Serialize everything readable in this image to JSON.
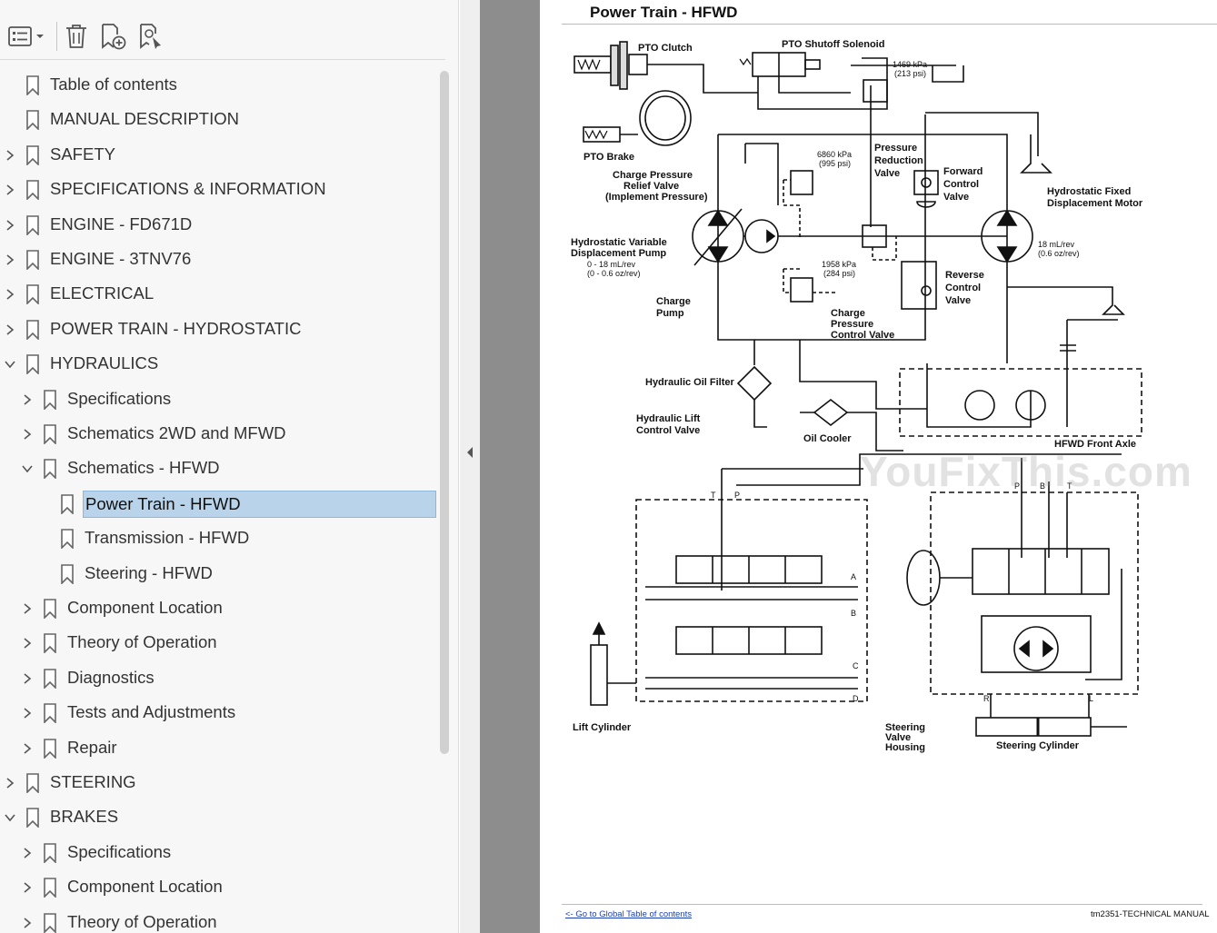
{
  "toolbar": {
    "buttons": [
      {
        "name": "options-menu",
        "icon": "list-options-icon"
      },
      {
        "name": "delete-bookmark",
        "icon": "trash-icon"
      },
      {
        "name": "add-bookmark",
        "icon": "add-bookmark-icon"
      },
      {
        "name": "find-bookmark",
        "icon": "search-bookmark-icon"
      }
    ]
  },
  "bookmarks": [
    {
      "label": "Table of contents",
      "level": 0,
      "expand": "none"
    },
    {
      "label": "MANUAL DESCRIPTION",
      "level": 0,
      "expand": "none"
    },
    {
      "label": "SAFETY",
      "level": 0,
      "expand": "collapsed"
    },
    {
      "label": "SPECIFICATIONS & INFORMATION",
      "level": 0,
      "expand": "collapsed"
    },
    {
      "label": "ENGINE - FD671D",
      "level": 0,
      "expand": "collapsed"
    },
    {
      "label": "ENGINE - 3TNV76",
      "level": 0,
      "expand": "collapsed"
    },
    {
      "label": "ELECTRICAL",
      "level": 0,
      "expand": "collapsed"
    },
    {
      "label": "POWER TRAIN - HYDROSTATIC",
      "level": 0,
      "expand": "collapsed"
    },
    {
      "label": "HYDRAULICS",
      "level": 0,
      "expand": "expanded"
    },
    {
      "label": "Specifications",
      "level": 1,
      "expand": "collapsed"
    },
    {
      "label": "Schematics 2WD and MFWD",
      "level": 1,
      "expand": "collapsed"
    },
    {
      "label": "Schematics - HFWD",
      "level": 1,
      "expand": "expanded"
    },
    {
      "label": "Power Train - HFWD",
      "level": 2,
      "expand": "none",
      "selected": true
    },
    {
      "label": "Transmission - HFWD",
      "level": 2,
      "expand": "none"
    },
    {
      "label": "Steering - HFWD",
      "level": 2,
      "expand": "none"
    },
    {
      "label": "Component Location",
      "level": 1,
      "expand": "collapsed"
    },
    {
      "label": "Theory of Operation",
      "level": 1,
      "expand": "collapsed"
    },
    {
      "label": "Diagnostics",
      "level": 1,
      "expand": "collapsed"
    },
    {
      "label": "Tests and Adjustments",
      "level": 1,
      "expand": "collapsed"
    },
    {
      "label": "Repair",
      "level": 1,
      "expand": "collapsed"
    },
    {
      "label": "STEERING",
      "level": 0,
      "expand": "collapsed"
    },
    {
      "label": "BRAKES",
      "level": 0,
      "expand": "expanded"
    },
    {
      "label": "Specifications",
      "level": 1,
      "expand": "collapsed"
    },
    {
      "label": "Component Location",
      "level": 1,
      "expand": "collapsed"
    },
    {
      "label": "Theory of Operation",
      "level": 1,
      "expand": "collapsed"
    }
  ],
  "page": {
    "title": "Power Train - HFWD",
    "watermark": "YouFixThis.com",
    "footer_link": "<- Go to Global Table of contents",
    "footer_doc": "tm2351-TECHNICAL MANUAL",
    "labels": {
      "pto_clutch": "PTO Clutch",
      "pto_shutoff": "PTO Shutoff Solenoid",
      "p1469": "1469 kPa",
      "p1469psi": "(213 psi)",
      "pto_brake": "PTO Brake",
      "charge_relief_1": "Charge Pressure",
      "charge_relief_2": "Relief Valve",
      "charge_relief_3": "(Implement Pressure)",
      "p6860": "6860 kPa",
      "p6860psi": "(995 psi)",
      "press_red_1": "Pressure",
      "press_red_2": "Reduction",
      "press_red_3": "Valve",
      "fwd_1": "Forward",
      "fwd_2": "Control",
      "fwd_3": "Valve",
      "motor_1": "Hydrostatic Fixed",
      "motor_2": "Displacement Motor",
      "pump_1": "Hydrostatic Variable",
      "pump_2": "Displacement Pump",
      "pump_3": "0 - 18 mL/rev",
      "pump_4": "(0 - 0.6 oz/rev)",
      "motor_disp_1": "18 mL/rev",
      "motor_disp_2": "(0.6 oz/rev)",
      "p1958": "1958 kPa",
      "p1958psi": "(284 psi)",
      "rev_1": "Reverse",
      "rev_2": "Control",
      "rev_3": "Valve",
      "charge_pump_1": "Charge",
      "charge_pump_2": "Pump",
      "cpcv_1": "Charge",
      "cpcv_2": "Pressure",
      "cpcv_3": "Control Valve",
      "filter": "Hydraulic Oil Filter",
      "cooler": "Oil Cooler",
      "front_axle": "HFWD Front Axle",
      "lift_1": "Hydraulic Lift",
      "lift_2": "Control Valve",
      "lift_cyl": "Lift Cylinder",
      "svh_1": "Steering",
      "svh_2": "Valve",
      "svh_3": "Housing",
      "steer_cyl": "Steering Cylinder",
      "port_t": "T",
      "port_p": "P",
      "port_a": "A",
      "port_b": "B",
      "port_c": "C",
      "port_d": "D",
      "port_r": "R",
      "port_l": "L",
      "sv_p": "P",
      "sv_b": "B",
      "sv_t": "T"
    }
  },
  "colors": {
    "selected": "#b8d3ea",
    "link": "#1a3fb5"
  }
}
